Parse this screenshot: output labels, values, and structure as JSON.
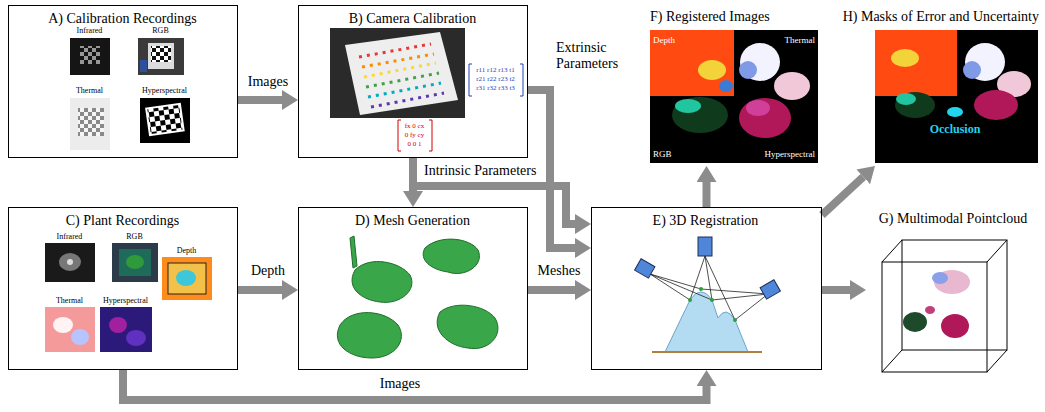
{
  "diagram": {
    "nodes": [
      {
        "text": [
          "A) Calibration Recordings",
          "Infrared",
          "RGB",
          "Thermal",
          "Hyperspectral"
        ]
      },
      {
        "text": [
          "B) Camera Calibration",
          "r11 r12 r13 t1",
          "r21 r22 r23 t2",
          "r31 r32 r33 t3",
          "fx 0 cx",
          "0 fy cy",
          "0 0 1"
        ]
      },
      {
        "text": [
          "C) Plant Recordings",
          "Infrared",
          "RGB",
          "Depth",
          "Thermal",
          "Hyperspectral"
        ]
      },
      {
        "text": [
          "D) Mesh Generation"
        ]
      },
      {
        "text": [
          "E) 3D Registration"
        ]
      },
      {
        "text": [
          "F) Registered Images",
          "Depth",
          "Thermal",
          "RGB",
          "Hyperspectral"
        ]
      },
      {
        "text": [
          "G) Multimodal Pointcloud"
        ]
      },
      {
        "text": [
          "H) Masks of Error and Uncertainty",
          "Occlusion"
        ]
      }
    ],
    "edges": [
      {
        "from": 0,
        "to": 1,
        "label": "Images",
        "arrow": "to"
      },
      {
        "from": 1,
        "to": 3,
        "arrow": "to"
      },
      {
        "from": 1,
        "to": 4,
        "label": "Intrinsic Parameters",
        "arrow": "to"
      },
      {
        "from": 1,
        "to": 4,
        "label": "Extrinsic Parameters",
        "arrow": "to"
      },
      {
        "from": 2,
        "to": 3,
        "label": "Depth",
        "arrow": "to"
      },
      {
        "from": 3,
        "to": 4,
        "label": "Meshes",
        "arrow": "to"
      },
      {
        "from": 2,
        "to": 4,
        "label": "Images",
        "arrow": "to"
      },
      {
        "from": 4,
        "to": 5,
        "arrow": "to"
      },
      {
        "from": 4,
        "to": 6,
        "arrow": "to"
      },
      {
        "from": 4,
        "to": 7,
        "arrow": "to"
      }
    ]
  }
}
